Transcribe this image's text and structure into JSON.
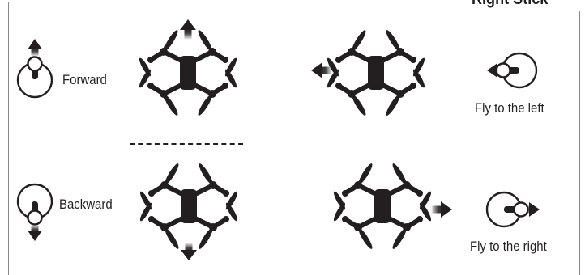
{
  "header": {
    "title": "Right Stick"
  },
  "controls": [
    {
      "id": "forward",
      "label": "Forward"
    },
    {
      "id": "backward",
      "label": "Backward"
    },
    {
      "id": "left",
      "label": "Fly to the left"
    },
    {
      "id": "right",
      "label": "Fly to the right"
    }
  ],
  "colors": {
    "ink": "#231f20",
    "frame": "#8a8a8a",
    "background": "#ffffff"
  },
  "icons": [
    "drone-icon",
    "joystick-icon",
    "arrow-icon"
  ]
}
